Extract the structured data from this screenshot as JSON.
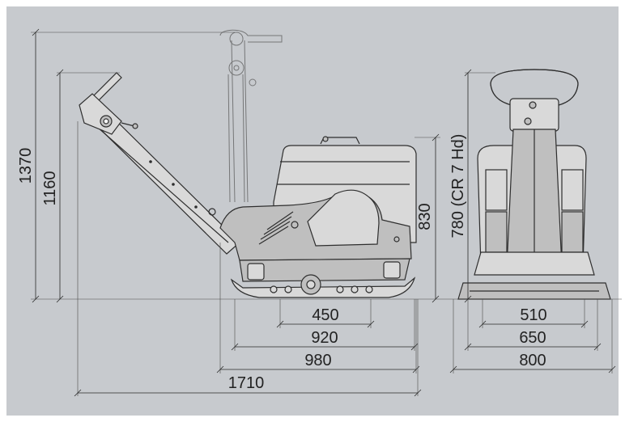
{
  "colors": {
    "background": "#ffffff",
    "panel": "#c7cace",
    "line": "#2a2a2a",
    "text": "#222222",
    "machine_light": "#d9d9d9",
    "machine_mid": "#bfbfbf"
  },
  "dimensions": {
    "overall_height": "1370",
    "handle_height": "1160",
    "side_body_height": "830",
    "front_height": "780 (CR 7 Hd)",
    "side_plate_inner": "450",
    "side_plate_mid": "920",
    "side_plate_outer": "980",
    "overall_length": "1710",
    "front_inner": "510",
    "front_mid": "650",
    "front_outer": "800"
  },
  "views": {
    "side": "side-view",
    "front": "front-view"
  }
}
